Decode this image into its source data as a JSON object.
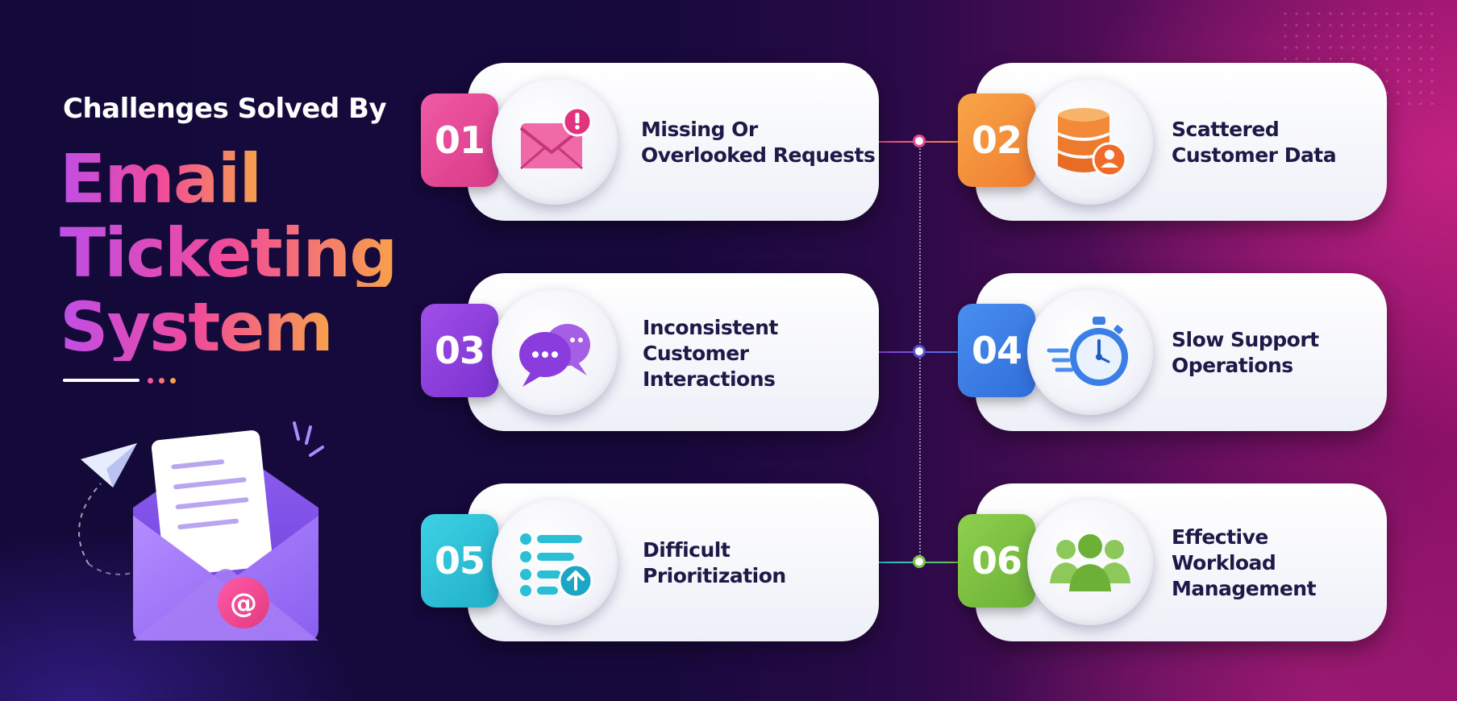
{
  "title": {
    "line_small": "Challenges Solved By",
    "line1": "Email",
    "line2": "Ticketing",
    "line3": "System"
  },
  "colors": {
    "pink": "#e8458f",
    "orange": "#f4903a",
    "purple": "#8f3fd9",
    "blue": "#3a7ee6",
    "teal": "#28bfd6",
    "green": "#7cc043",
    "text_dark": "#1d1a4a"
  },
  "challenges": [
    {
      "number": "01",
      "line1": "Missing Or",
      "line2": "Overlooked Requests",
      "line3": "",
      "icon": "email-alert-icon",
      "color": "pink"
    },
    {
      "number": "02",
      "line1": "Scattered",
      "line2": "Customer Data",
      "line3": "",
      "icon": "database-user-icon",
      "color": "orange"
    },
    {
      "number": "03",
      "line1": "Inconsistent",
      "line2": "Customer",
      "line3": "Interactions",
      "icon": "chat-bubbles-icon",
      "color": "purple"
    },
    {
      "number": "04",
      "line1": "Slow Support",
      "line2": "Operations",
      "line3": "",
      "icon": "stopwatch-icon",
      "color": "blue"
    },
    {
      "number": "05",
      "line1": "Difficult",
      "line2": "Prioritization",
      "line3": "",
      "icon": "priority-list-icon",
      "color": "teal"
    },
    {
      "number": "06",
      "line1": "Effective",
      "line2": "Workload",
      "line3": "Management",
      "icon": "team-icon",
      "color": "green"
    }
  ],
  "illustration": {
    "at_symbol": "@",
    "icons": [
      "paper-plane-icon",
      "open-envelope-icon",
      "letter-icon"
    ]
  }
}
